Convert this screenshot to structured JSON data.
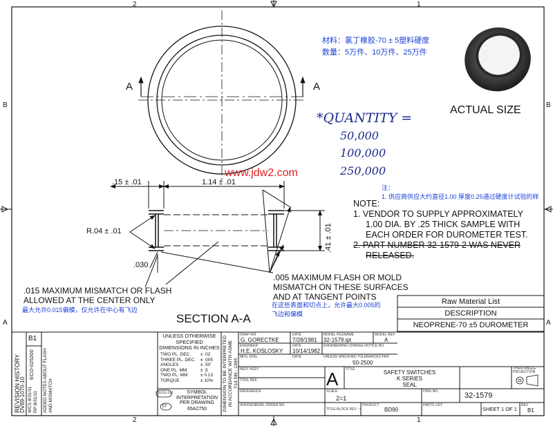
{
  "zones": {
    "top_left": "2",
    "top_right": "1",
    "left_upper": "B",
    "left_lower": "A",
    "right_upper": "B",
    "right_lower": "A",
    "bottom_left": "2",
    "bottom_right": "1"
  },
  "annotations_cn": {
    "material": "材料：氯丁橡胶-70 ± 5塑料硬度",
    "quantity": "数量：5万件、10万件、25万件",
    "note_label": "注：",
    "note_1": "1. 供应商供应大约直径1.00 厚度0.25通过硬度计试验的样",
    "mismatch_center": "最大允许0.015偏模，仅允许在中心有飞边",
    "flash_surfaces_1": "在这些表面和切点上，允许最大0.005的",
    "flash_surfaces_2": "飞边和偏模"
  },
  "watermark": "www.jdw2.com",
  "actual_size_label": "ACTUAL SIZE",
  "handwritten": {
    "label": "*QUANTITY =",
    "qty_1": "50,000",
    "qty_2": "100,000",
    "qty_3": "250,000"
  },
  "section": {
    "marker": "A",
    "title": "SECTION  A-A"
  },
  "dims": {
    "wall": ".15 ± .01",
    "width": "1.14 ± .01",
    "radius": "R.04 ± .01",
    "thickness": ".030",
    "height": ".41 ± .01"
  },
  "notes": {
    "heading": "NOTE:",
    "n1_a": "1.  VENDOR TO SUPPLY APPROXIMATELY",
    "n1_b": "1.00 DIA. BY .25 THICK SAMPLE WITH",
    "n1_c": "EACH ORDER FOR DUROMETER TEST.",
    "n2_a": "2.  PART NUMBER 32-1579-2 WAS NEVER",
    "n2_b": "RELEASED."
  },
  "callouts": {
    "mismatch_1": ".015 MAXIMUM MISMATCH OR FLASH",
    "mismatch_2": "ALLOWED AT THE CENTER ONLY",
    "flash_1": ".005 MAXIMUM FLASH OR MOLD",
    "flash_2": "MISMATCH ON THESE SURFACES",
    "flash_3": "AND AT TANGENT POINTS"
  },
  "raw_material": {
    "header": "Raw Material List",
    "desc_header": "DESCRIPTION",
    "value": "NEOPRENE-70 ±5 DUROMETER"
  },
  "revision": {
    "title": "REVISION HISTORY",
    "dv": "DV89-1070-10",
    "eco": "ECO-025200",
    "wcs": "WCS 8/31/11",
    "rp": "RP 8/31/11",
    "desc1": "ADDED NOTES ABOUT FLASH",
    "desc2": "AND MISMATCH",
    "rev": "B1"
  },
  "tolerances": {
    "header": "UNLESS OTHERWISE SPECIFIED DIMENSIONS IN INCHES",
    "rows": [
      {
        "label": "TWO PL. DEC.",
        "value": "± .02"
      },
      {
        "label": "THREE PL. DEC.",
        "value": "± .005"
      },
      {
        "label": "ANGLES",
        "value": "± .50'"
      },
      {
        "label": "ONE PL. MM.",
        "value": "± .5"
      },
      {
        "label": "TWO PL. MM.",
        "value": "± 0.13"
      },
      {
        "label": "TORQUE",
        "value": "± 10%"
      }
    ],
    "symbol_code": "(LLLL.LL)",
    "symbol_text": "SYMBOL INTERPRETATION PER DRAWING",
    "symbol_drawing": "65A2750",
    "st": "ST"
  },
  "asme": "DIMENSION TO BE INTERPRETED IN ACCORDANCE WITH ASME Y14.5M - 1994",
  "titleblock": {
    "drafter_label": "DRAFTER",
    "date_label": "DATE",
    "drafter": "G. GORECTKE",
    "drafter_date": "7/28/1981",
    "model_label": "MODEL FILENAME",
    "model": "32-1579.ipt",
    "model_rev_label": "MODEL REV",
    "model_rev": "A",
    "engineer_label": "ENGINEER",
    "engineer": "H.E. KOSLOSKY",
    "engineer_date": "10/14/1982",
    "eng_change_label": "ENGINEERING CHANGE NOTICE NO.",
    "mfg_label": "MFG. ENG.",
    "spec_label": "UNLESS SPECIFIED TOLERANCES PER",
    "spec": "50-2500",
    "next_assy_label": "NEXT ASSY",
    "tool_label": "TOOL REF.",
    "reference_label": "REFERENCE",
    "size_letter": "A",
    "title_label": "TITLE",
    "title_1": "SAFETY SWITCHES",
    "title_2": "K SERIES",
    "title_3": "SEAL",
    "dwg_label": "DWG NO.",
    "dwg_no": "32-1579",
    "scale_label": "SCALE",
    "scale": "2=1",
    "order_label": "SHO/GENERAL ORDER NO.",
    "title_block_rev": "TITLE BLOCK REV - 4",
    "product_label": "PRODUCT",
    "product": "BD90",
    "parts_list_label": "PARTS LIST",
    "sheet": "SHEET 1 OF 1",
    "rev_label": "REV",
    "rev": "B1",
    "projection": "THIRD ANGLE PROJECTION"
  }
}
